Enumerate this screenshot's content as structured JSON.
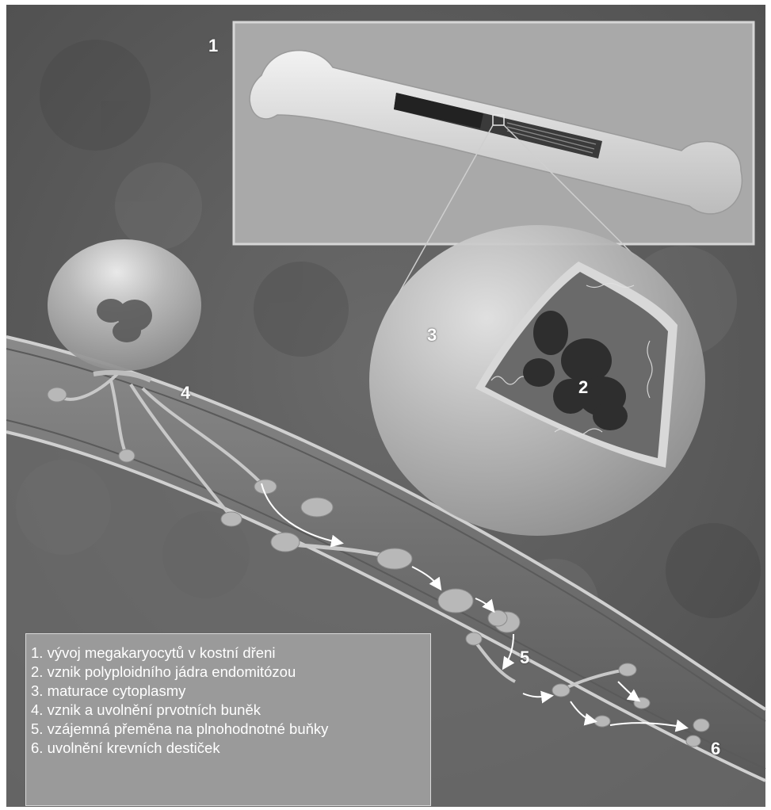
{
  "labels": {
    "n1": "1",
    "n2": "2",
    "n3": "3",
    "n4": "4",
    "n5": "5",
    "n6": "6"
  },
  "legend": {
    "items": [
      "1. vývoj megakaryocytů v kostní dřeni",
      "2. vznik polyploidního jádra endomitózou",
      "3. maturace cytoplasmy",
      "4. vznik a uvolnění prvotních buněk",
      "5. vzájemná přeměna na plnohodnotné buňky",
      "6. uvolnění krevních destiček"
    ]
  },
  "colors": {
    "background": "#5f5f5f",
    "panel": "#a9a9a9",
    "bone": "#dcdcdc",
    "cell": "#bcbcbc",
    "nucleus": "#2e2e2e",
    "vessel": "#7a7a7a",
    "legend_bg": "#9a9a9a"
  }
}
